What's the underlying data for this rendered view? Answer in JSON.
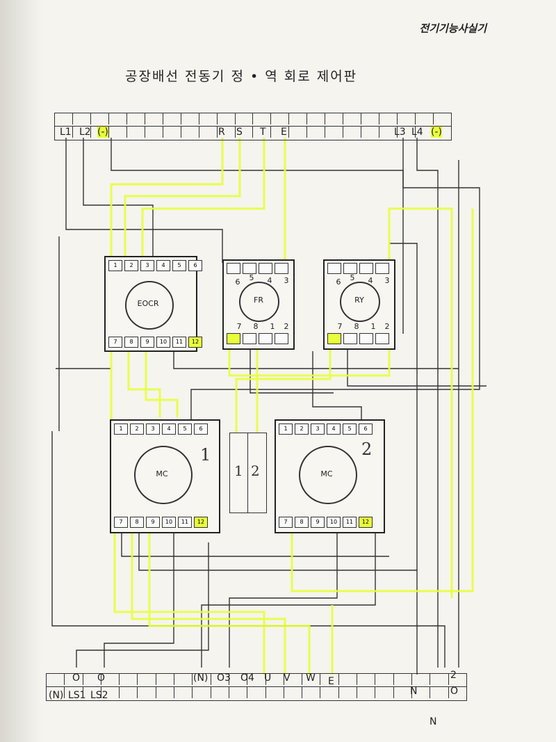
{
  "header": {
    "book_title": "전기기능사실기"
  },
  "diagram": {
    "title": "공장배선 전동기 정 • 역 회로 제어판",
    "top_terminal": {
      "labels": [
        "L1",
        "L2",
        "(-)",
        "R",
        "S",
        "T",
        "E",
        "L3",
        "L4",
        "(-)"
      ]
    },
    "bottom_terminal": {
      "top_labels": [
        "O",
        "O",
        "(N)",
        "O3",
        "O4",
        "U",
        "V",
        "W",
        "E",
        "N",
        "2"
      ],
      "bottom_labels": [
        "(N)",
        "LS1",
        "LS2",
        "N",
        "O"
      ]
    },
    "devices": {
      "eocr": {
        "name": "EOCR",
        "top_pins": [
          "1",
          "2",
          "3",
          "4",
          "5",
          "6"
        ],
        "bottom_pins": [
          "7",
          "8",
          "9",
          "10",
          "11",
          "12"
        ]
      },
      "fr": {
        "name": "FR",
        "top_numbers": [
          "5",
          "4",
          "3"
        ],
        "side_numbers": [
          "6",
          "7",
          "8",
          "1",
          "2"
        ]
      },
      "ry": {
        "name": "RY",
        "top_numbers": [
          "5",
          "4",
          "3"
        ],
        "side_numbers": [
          "6",
          "7",
          "8",
          "1",
          "2"
        ]
      },
      "mc1": {
        "name": "MC",
        "mark": "1",
        "top_pins": [
          "1",
          "2",
          "3",
          "4",
          "5",
          "6"
        ],
        "bottom_pins": [
          "7",
          "8",
          "9",
          "10",
          "11",
          "12"
        ]
      },
      "mc2": {
        "name": "MC",
        "mark": "2",
        "top_pins": [
          "1",
          "2",
          "3",
          "4",
          "5",
          "6"
        ],
        "bottom_pins": [
          "7",
          "8",
          "9",
          "10",
          "11",
          "12"
        ]
      },
      "middle_block": {
        "labels": [
          "1",
          "2"
        ]
      }
    }
  },
  "colors": {
    "highlight": "#e8ff3c",
    "wire": "#333333"
  }
}
